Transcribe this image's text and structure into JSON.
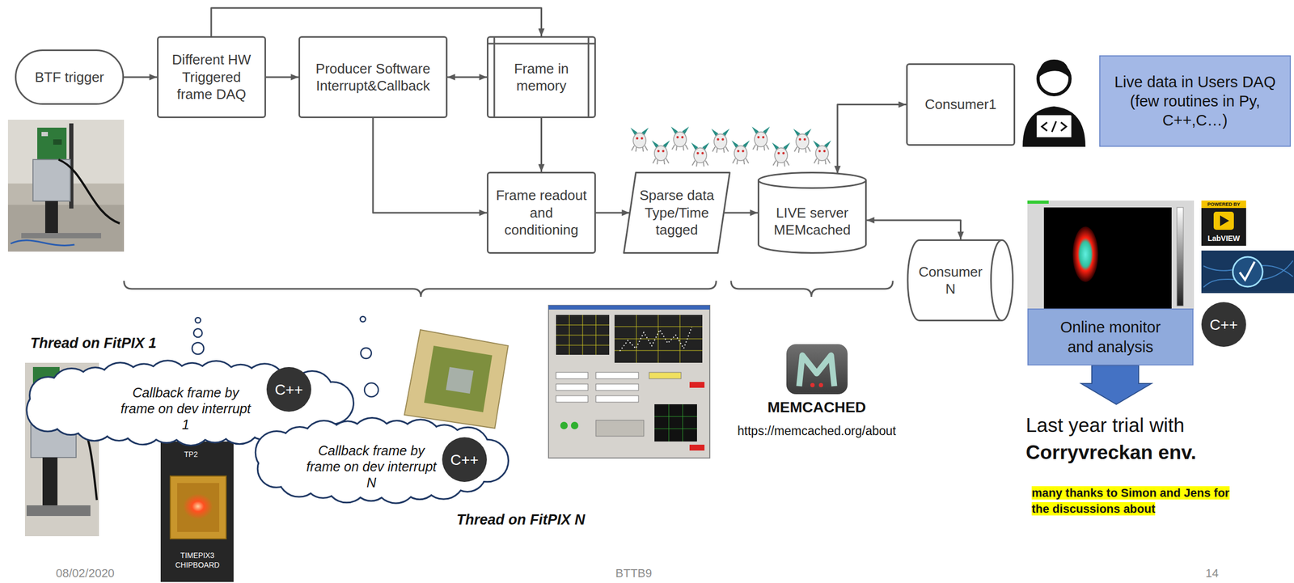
{
  "diagram": {
    "nodes": [
      {
        "text": [
          "BTF trigger"
        ]
      },
      {
        "text": [
          "Different HW Triggered frame DAQ"
        ]
      },
      {
        "text": [
          "Producer Software Interrupt&Callback"
        ]
      },
      {
        "text": [
          "Frame in memory"
        ]
      },
      {
        "text": [
          "Consumer1"
        ]
      },
      {
        "text": [
          "Live data in Users DAQ (few routines in Py, C++,C…)"
        ]
      },
      {
        "text": [
          "Frame readout and conditioning"
        ]
      },
      {
        "text": [
          "Sparse data Type/Time tagged"
        ]
      },
      {
        "text": [
          "LIVE server MEMcached"
        ]
      },
      {
        "text": [
          "Consumer N"
        ]
      },
      {
        "text": [
          "Online monitor and analysis"
        ]
      },
      {
        "text": [
          "C++"
        ]
      },
      {
        "text": [
          "Thread on FitPIX 1",
          "Callback frame by frame on dev interrupt 1"
        ]
      },
      {
        "text": [
          "C++"
        ],
        "in": 12
      },
      {
        "text": [
          "Callback frame by frame on dev interrupt N",
          "Thread on FitPIX N"
        ]
      },
      {
        "text": [
          "C++"
        ],
        "in": 14
      }
    ],
    "edges": [
      {
        "from": 0,
        "to": 1,
        "arrow": "to"
      },
      {
        "from": 1,
        "to": 2,
        "arrow": "to"
      },
      {
        "from": 1,
        "to": 3,
        "arrow": "to"
      },
      {
        "from": 2,
        "to": 3,
        "arrow": "both"
      },
      {
        "from": 2,
        "to": 6,
        "arrow": "to"
      },
      {
        "from": 3,
        "to": 6,
        "arrow": "to"
      },
      {
        "from": 6,
        "to": 7,
        "arrow": "to"
      },
      {
        "from": 7,
        "to": 8,
        "arrow": "to"
      },
      {
        "from": 8,
        "to": 4,
        "arrow": "both"
      },
      {
        "from": 8,
        "to": 9,
        "arrow": "both"
      }
    ],
    "labels": [
      "MEMCACHED",
      "https://memcached.org/about",
      "Last year trial with",
      "Corryvreckan env.",
      "many thanks to Simon and Jens for the discussions about",
      "POWERED BY",
      "LabVIEW",
      "TP2",
      "TIMEPIX3 CHIPBOARD",
      "08/02/2020",
      "BTTB9",
      "14"
    ]
  }
}
